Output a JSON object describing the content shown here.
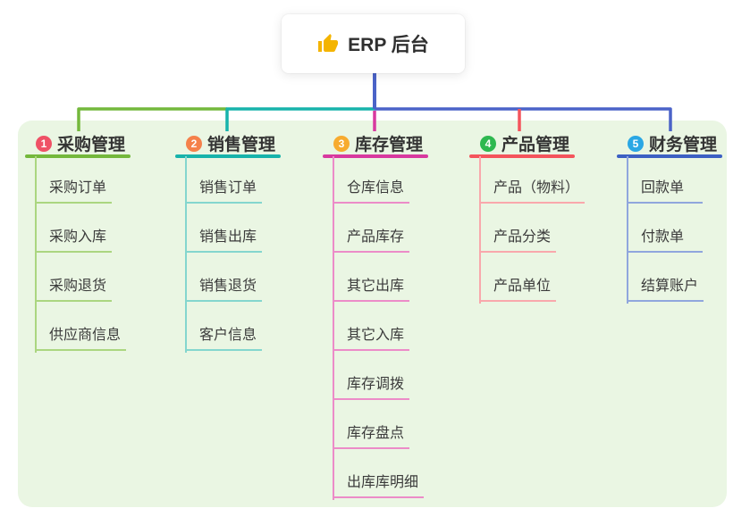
{
  "root": {
    "label": "ERP 后台",
    "icon": "thumbs-up-icon"
  },
  "colors": {
    "panel_bg": "#eaf6e3",
    "edge_blue": "#4b63c8",
    "thumb": "#f4b400",
    "text": "#333333"
  },
  "branches": [
    {
      "number": "1",
      "title": "采购管理",
      "badge_color": "#ef5166",
      "line_color": "#74b83c",
      "light_color": "#abd680",
      "children": [
        "采购订单",
        "采购入库",
        "采购退货",
        "供应商信息"
      ]
    },
    {
      "number": "2",
      "title": "销售管理",
      "badge_color": "#f5814b",
      "line_color": "#17b3ab",
      "light_color": "#84d6ce",
      "children": [
        "销售订单",
        "销售出库",
        "销售退货",
        "客户信息"
      ]
    },
    {
      "number": "3",
      "title": "库存管理",
      "badge_color": "#f7ab2f",
      "line_color": "#d8399f",
      "light_color": "#ec8cc8",
      "children": [
        "仓库信息",
        "产品库存",
        "其它出库",
        "其它入库",
        "库存调拨",
        "库存盘点",
        "出库库明细"
      ]
    },
    {
      "number": "4",
      "title": "产品管理",
      "badge_color": "#2eb850",
      "line_color": "#f4545c",
      "light_color": "#f9a8ac",
      "children": [
        "产品（物料）",
        "产品分类",
        "产品单位"
      ]
    },
    {
      "number": "5",
      "title": "财务管理",
      "badge_color": "#2aa7e4",
      "line_color": "#3c60c3",
      "light_color": "#90a6dd",
      "children": [
        "回款单",
        "付款单",
        "结算账户"
      ]
    }
  ]
}
